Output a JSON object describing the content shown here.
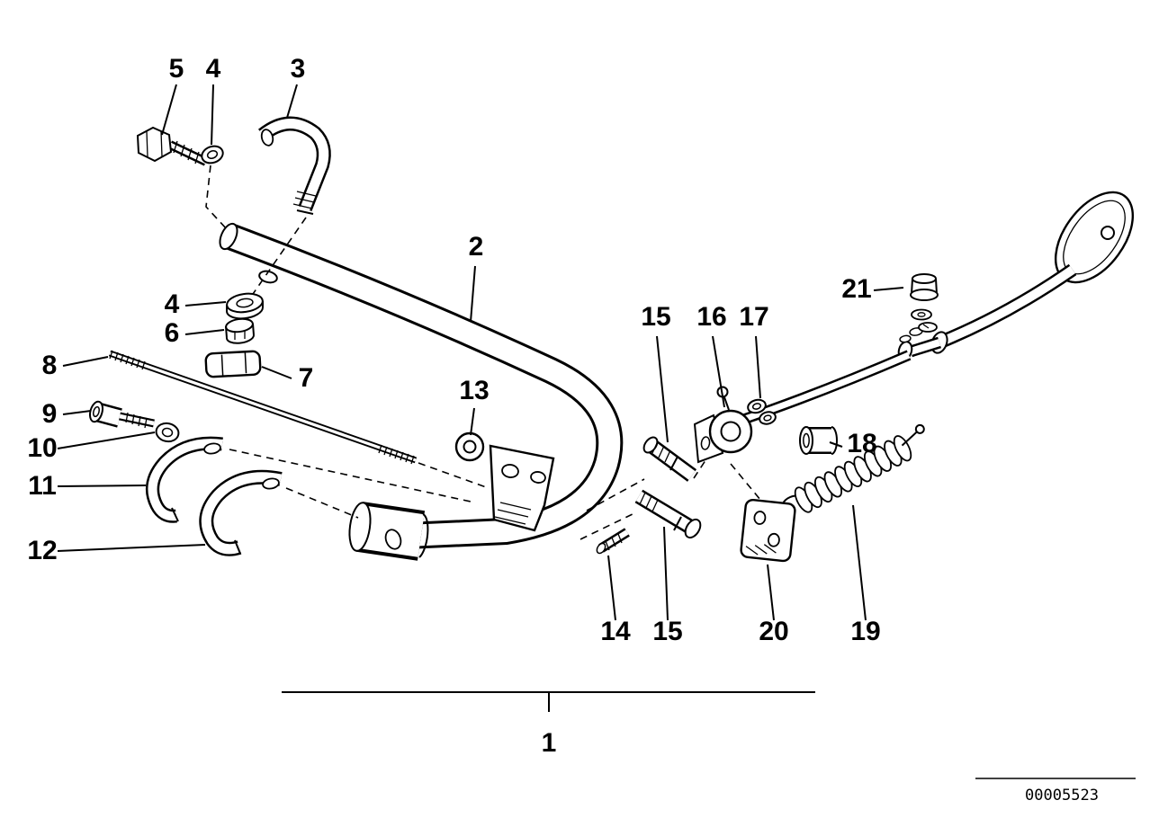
{
  "colors": {
    "background": "#ffffff",
    "line": "#000000"
  },
  "callouts": [
    {
      "label": "5"
    },
    {
      "label": "4"
    },
    {
      "label": "3"
    },
    {
      "label": "2"
    },
    {
      "label": "4"
    },
    {
      "label": "6"
    },
    {
      "label": "7"
    },
    {
      "label": "8"
    },
    {
      "label": "9"
    },
    {
      "label": "10"
    },
    {
      "label": "11"
    },
    {
      "label": "12"
    },
    {
      "label": "13"
    },
    {
      "label": "15"
    },
    {
      "label": "16"
    },
    {
      "label": "17"
    },
    {
      "label": "21"
    },
    {
      "label": "18"
    },
    {
      "label": "14"
    },
    {
      "label": "15"
    },
    {
      "label": "20"
    },
    {
      "label": "19"
    },
    {
      "label": "1"
    }
  ],
  "diagram_id": "00005523"
}
